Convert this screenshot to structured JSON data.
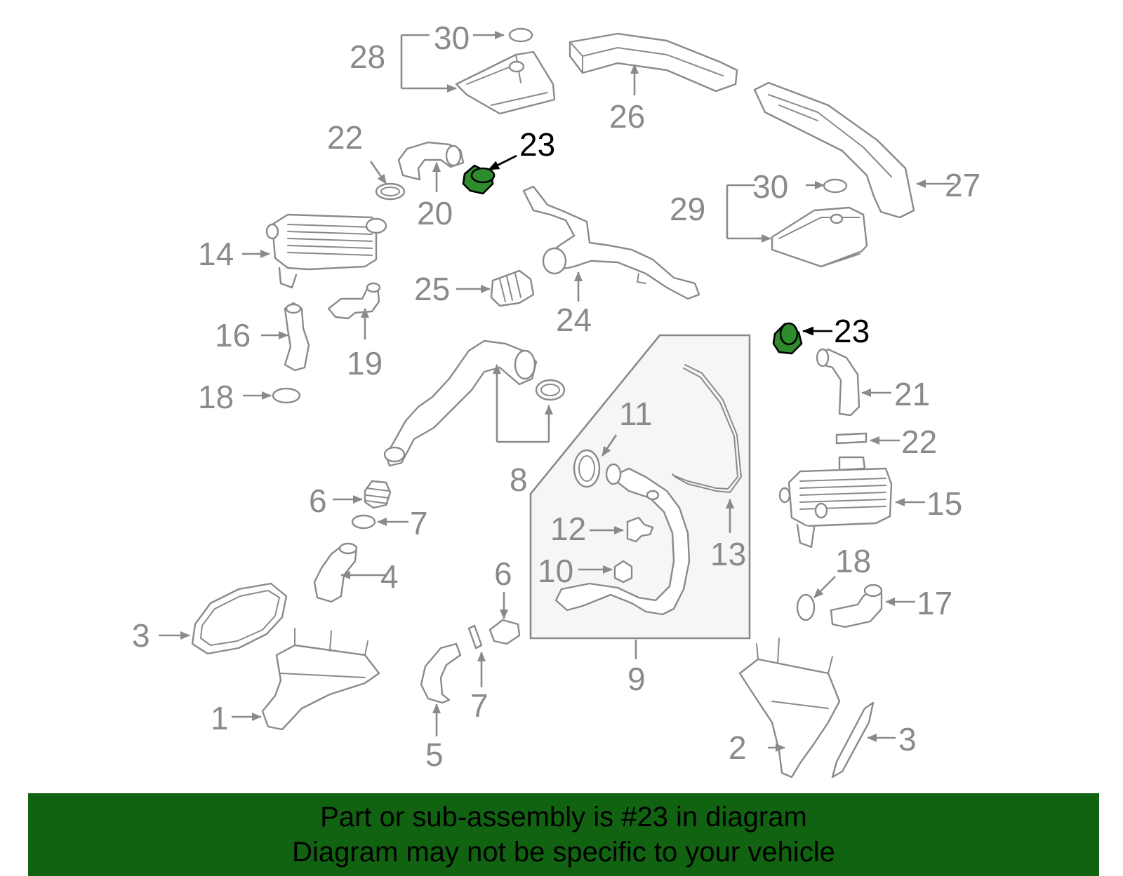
{
  "highlight_color": "#2e8b2e",
  "banner_color": "#116311",
  "banner": {
    "line1": "Part or sub-assembly is #23 in diagram",
    "line2": "Diagram may not be specific to your vehicle"
  },
  "callouts": {
    "c1": "1",
    "c2": "2",
    "c3a": "3",
    "c3b": "3",
    "c4": "4",
    "c5": "5",
    "c6a": "6",
    "c6b": "6",
    "c7a": "7",
    "c7b": "7",
    "c8": "8",
    "c9": "9",
    "c10": "10",
    "c11": "11",
    "c12": "12",
    "c13": "13",
    "c14": "14",
    "c15": "15",
    "c16": "16",
    "c17": "17",
    "c18a": "18",
    "c18b": "18",
    "c19": "19",
    "c20": "20",
    "c21": "21",
    "c22a": "22",
    "c22b": "22",
    "c23a": "23",
    "c23b": "23",
    "c24": "24",
    "c25": "25",
    "c26": "26",
    "c27": "27",
    "c28": "28",
    "c29": "29",
    "c30a": "30",
    "c30b": "30"
  }
}
